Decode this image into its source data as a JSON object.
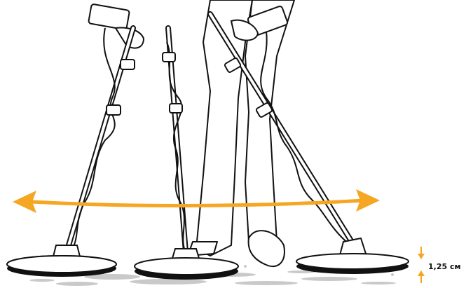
{
  "illustration": {
    "subject": "metal-detector-sweep-technique",
    "detector_count": 3,
    "sweep_arrow_color": "#f5a623",
    "outline_color": "#111111",
    "ground_color": "#c9c9c9"
  },
  "height_indicator": {
    "label": "1,25 см",
    "arrow_color": "#f5a623"
  }
}
